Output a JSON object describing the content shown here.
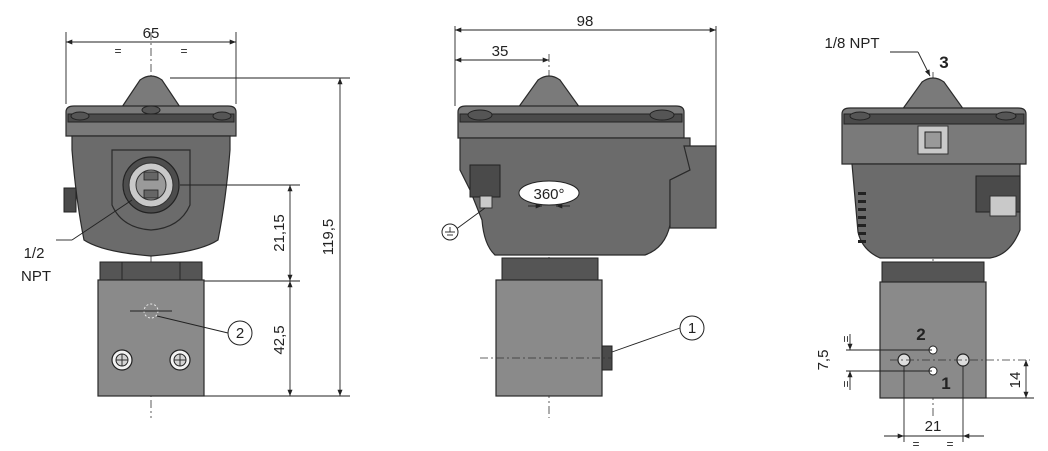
{
  "dimensions": {
    "front_width": "65",
    "side_width": "98",
    "side_offset": "35",
    "total_height": "119,5",
    "port_height": "21,15",
    "block_height": "42,5",
    "port_spacing": "21",
    "port_vertical": "7,5",
    "port_height_right": "14",
    "rotation": "360°",
    "equal_mark": "="
  },
  "labels": {
    "front_port_line1": "1/2",
    "front_port_line2": "NPT",
    "top_port": "1/8 NPT",
    "port_3": "3",
    "port_2": "2",
    "port_1": "1",
    "callout_1": "1",
    "callout_2": "2"
  }
}
